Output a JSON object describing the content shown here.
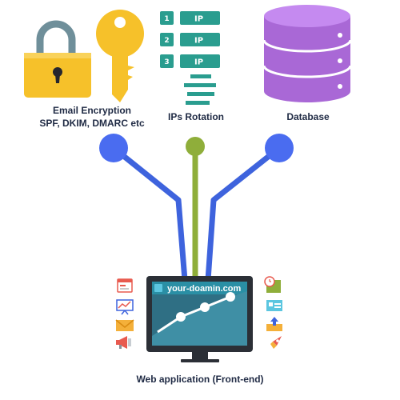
{
  "email": {
    "title": "Email Encryption",
    "subtitle": "SPF, DKIM, DMARC etc"
  },
  "ips": {
    "title": "IPs Rotation",
    "rows": [
      {
        "number": "1",
        "label": "IP"
      },
      {
        "number": "2",
        "label": "IP"
      },
      {
        "number": "3",
        "label": "IP"
      }
    ]
  },
  "database": {
    "title": "Database"
  },
  "webapp": {
    "title": "Web application (Front-end)",
    "url": "your-doamin.com"
  },
  "colors": {
    "lock": "#f6c12a",
    "shackle": "#6f8f9a",
    "teal": "#2a9d8f",
    "database": "#a968d6",
    "blue_line": "#3e63dd",
    "green_line": "#8fae3a",
    "monitor": "#2b2f36",
    "screen": "#2f6f84"
  },
  "icons": {
    "left": [
      "web-page-icon",
      "presentation-chart-icon",
      "envelope-icon",
      "megaphone-icon"
    ],
    "right": [
      "clock-calendar-icon",
      "contact-card-icon",
      "upload-tray-icon",
      "rocket-icon"
    ]
  }
}
